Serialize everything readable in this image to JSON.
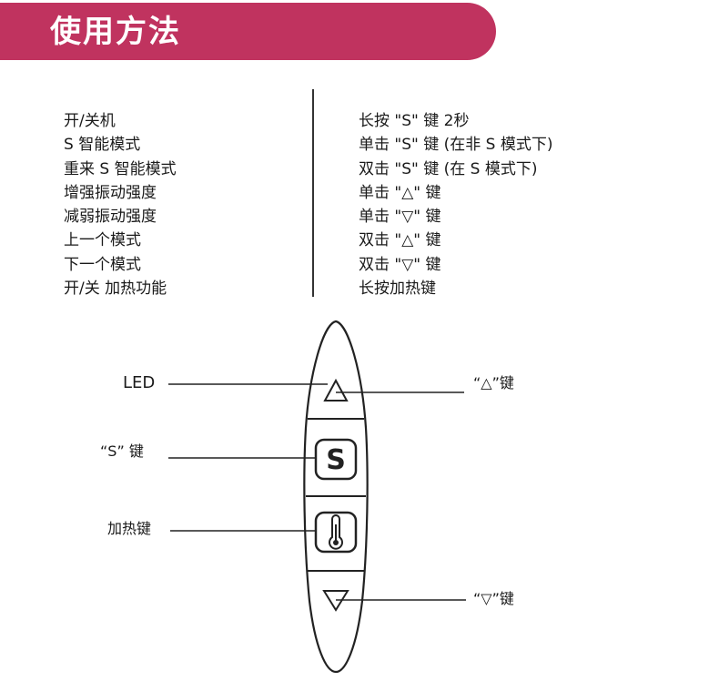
{
  "header": {
    "title": "使用方法"
  },
  "functions": [
    "开/关机",
    "S 智能模式",
    "重来 S 智能模式",
    "增强振动强度",
    "减弱振动强度",
    "上一个模式",
    "下一个模式",
    "开/关 加热功能"
  ],
  "operations": [
    "长按 \"S\" 键 2秒",
    "单击 \"S\" 键 (在非 S 模式下)",
    "双击 \"S\" 键 (在 S 模式下)",
    "单击 \"△\" 键",
    "单击 \"▽\" 键",
    "双击 \"△\" 键",
    "双击 \"▽\" 键",
    "长按加热键"
  ],
  "diagram": {
    "led_label": "LED",
    "s_key_label": "“S” 键",
    "heat_key_label": "加热键",
    "up_key_label": "“△”键",
    "down_key_label": "“▽”键",
    "s_key_glyph": "S"
  },
  "colors": {
    "banner": "#c0335f",
    "banner_text": "#ffffff",
    "line": "#222222"
  }
}
